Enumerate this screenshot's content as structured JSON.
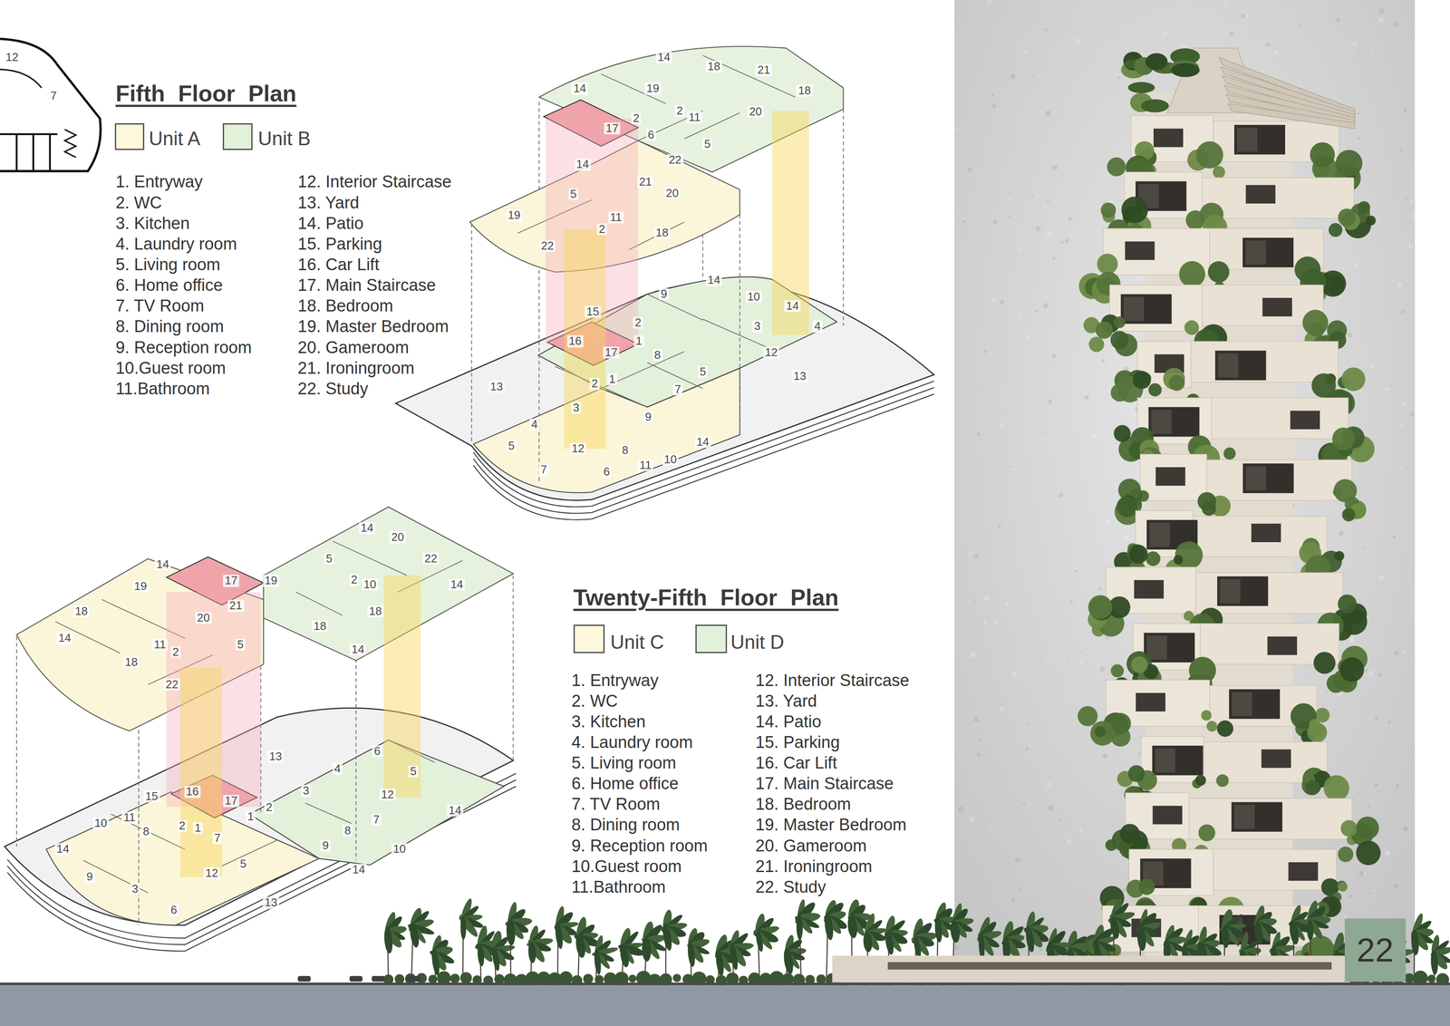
{
  "diagram": {
    "title": "Fifth Floor Plan",
    "nodes": [
      {
        "text": [
          "22"
        ]
      }
    ],
    "labels": [
      "1. Entryway",
      "2. WC",
      "3. Kitchen",
      "4. Laundry room",
      "5. Living room",
      "6. Home office",
      "7. TV Room",
      "8. Dining room",
      "9. Reception room",
      "10.Guest room",
      "11.Bathroom",
      "12. Interior Staircase",
      "13. Yard",
      "14. Patio",
      "15. Parking",
      "16. Car Lift",
      "17. Main Staircase",
      "18. Bedroom",
      "19. Master Bedroom",
      "20. Gameroom",
      "21. Ironingroom",
      "22. Study",
      "Twenty-Fifth Floor Plan",
      "1. Entryway",
      "2. WC",
      "3. Kitchen",
      "4. Laundry room",
      "5. Living room",
      "6. Home office",
      "7. TV Room",
      "8. Dining room",
      "9. Reception room",
      "10.Guest room",
      "11.Bathroom",
      "12. Interior Staircase",
      "13. Yard",
      "14. Patio",
      "15. Parking",
      "16. Car Lift",
      "17. Main Staircase",
      "18. Bedroom",
      "19. Master Bedroom",
      "20. Gameroom",
      "21. Ironingroom",
      "22. Study",
      "12",
      "7",
      "14",
      "18",
      "21",
      "18",
      "14",
      "19",
      "2",
      "2",
      "11",
      "17",
      "20",
      "6",
      "5",
      "22",
      "14",
      "21",
      "20",
      "5",
      "19",
      "11",
      "2",
      "22",
      "18",
      "14",
      "9",
      "10",
      "14",
      "3",
      "4",
      "15",
      "2",
      "1",
      "16",
      "17",
      "8",
      "12",
      "5",
      "13",
      "13",
      "7",
      "2",
      "1",
      "3",
      "9",
      "4",
      "14",
      "12",
      "8",
      "5",
      "10",
      "11",
      "7",
      "6",
      "14",
      "17",
      "19",
      "18",
      "20",
      "21",
      "14",
      "11",
      "2",
      "5",
      "18",
      "22",
      "14",
      "20",
      "19",
      "5",
      "22",
      "2",
      "10",
      "14",
      "18",
      "18",
      "14",
      "13",
      "6",
      "4",
      "3",
      "5",
      "15",
      "16",
      "17",
      "12",
      "2",
      "1",
      "14",
      "10",
      "11",
      "8",
      "2",
      "1",
      "7",
      "7",
      "8",
      "9",
      "10",
      "14",
      "14",
      "5",
      "12",
      "9",
      "3",
      "13",
      "6"
    ],
    "legend": [
      {
        "text": "Unit A",
        "color": "#fdf7dc"
      },
      {
        "text": "Unit B",
        "color": "#e3f0da"
      },
      {
        "text": "Unit C",
        "color": "#fdf7dc"
      },
      {
        "text": "Unit D",
        "color": "#e3f0da"
      }
    ]
  }
}
